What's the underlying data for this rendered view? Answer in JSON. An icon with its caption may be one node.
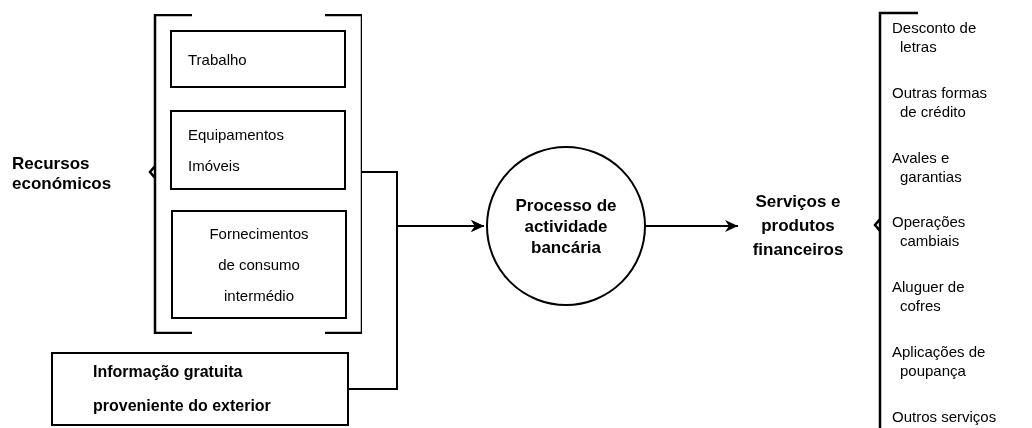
{
  "diagram": {
    "nodes": [
      {
        "text": [
          "Recursos económicos"
        ]
      },
      {
        "text": [
          "Trabalho"
        ],
        "in": 0
      },
      {
        "text": [
          "Equipamentos Imóveis"
        ],
        "in": 0
      },
      {
        "text": [
          "Fornecimentos de consumo intermédio"
        ],
        "in": 0
      },
      {
        "text": [
          "Informação gratuita proveniente do exterior"
        ]
      },
      {
        "text": [
          "Processo de actividade bancária"
        ]
      },
      {
        "text": [
          "Serviços e produtos financeiros"
        ]
      }
    ],
    "edges": [
      {
        "from": 0,
        "to": 5,
        "arrow": "to"
      },
      {
        "from": 4,
        "to": 5,
        "arrow": "to"
      },
      {
        "from": 5,
        "to": 6,
        "arrow": "to"
      }
    ],
    "labels": [
      "Desconto de letras",
      "Outras formas de crédito",
      "Avales e garantias",
      "Operações cambiais",
      "Aluguer de cofres",
      "Aplicações de poupança",
      "Outros serviços"
    ]
  }
}
